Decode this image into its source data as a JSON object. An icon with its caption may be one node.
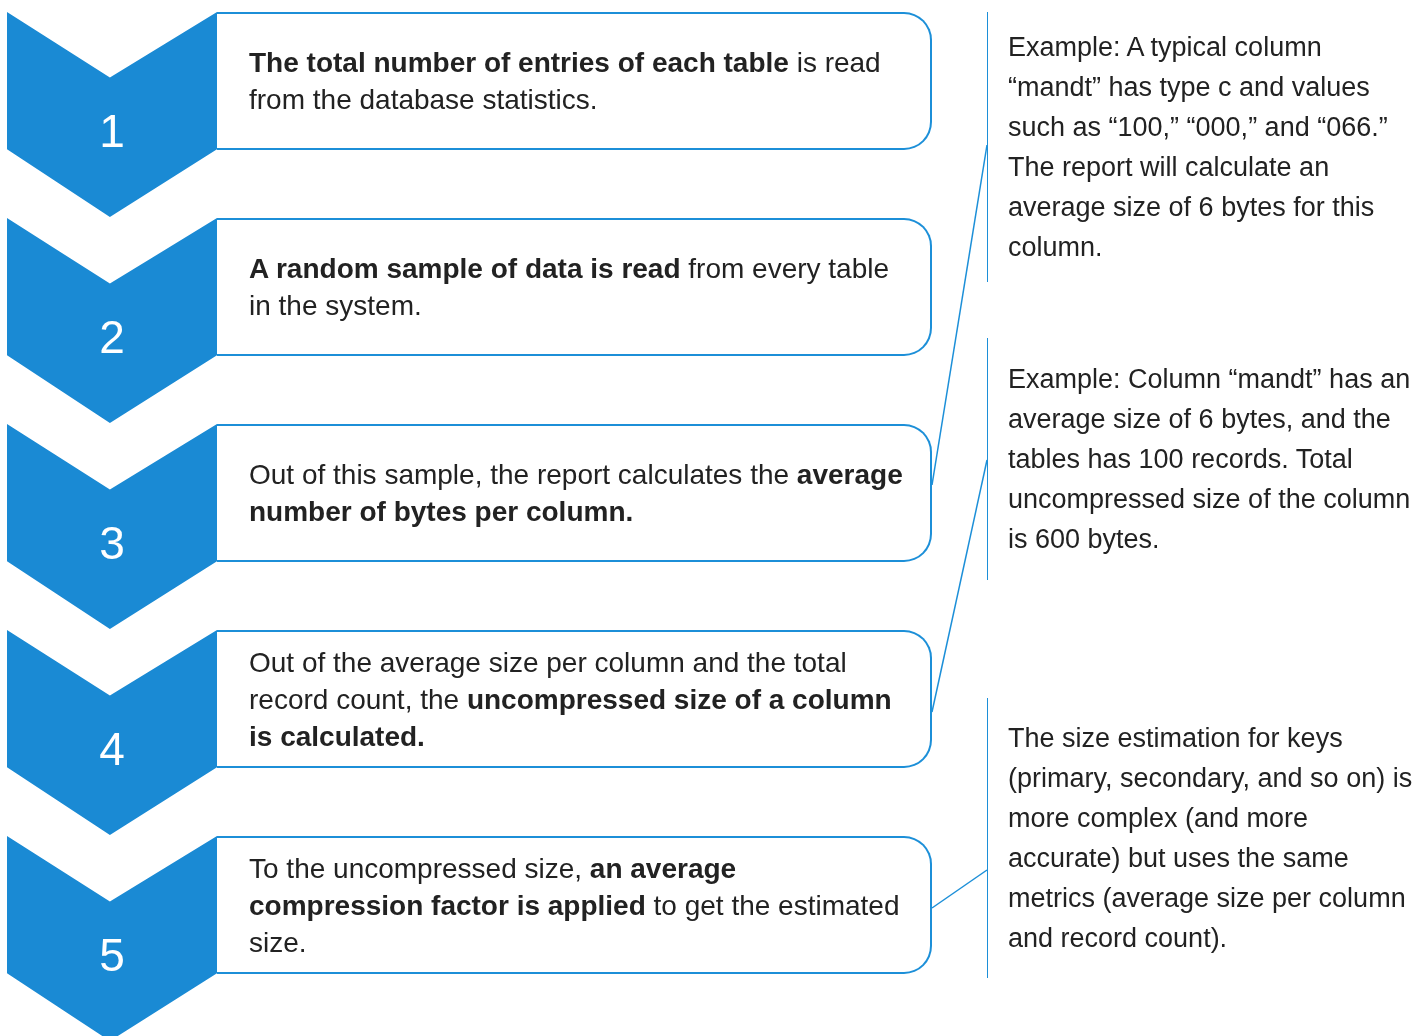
{
  "diagram": {
    "nodes": [
      {
        "text": [
          "1"
        ]
      },
      {
        "text": [
          "**The total number of entries of each table** is read from the database statistics."
        ]
      },
      {
        "text": [
          "2"
        ]
      },
      {
        "text": [
          "**A random sample of data is read** from every table in the system."
        ]
      },
      {
        "text": [
          "3"
        ]
      },
      {
        "text": [
          "Out of this sample, the report calculates the **average number of bytes per column.**"
        ]
      },
      {
        "text": [
          "4"
        ]
      },
      {
        "text": [
          "Out of the average size per column and the total record count, the **uncompressed size of a column is calculated.**"
        ]
      },
      {
        "text": [
          "5"
        ]
      },
      {
        "text": [
          "To the uncompressed size, **an average compression factor is applied** to get the estimated size."
        ]
      },
      {
        "text": [
          "Example: A typical column “mandt” has type c and values such as “100,” “000,” and “066.” The report will calculate an average size of 6 bytes for this column."
        ]
      },
      {
        "text": [
          "Example: Column “mandt” has an average size of 6 bytes, and the tables has 100 records. Total uncompressed size of the column is 600 bytes."
        ]
      },
      {
        "text": [
          "The size estimation for keys (primary, secondary, and so on) is more complex (and more accurate) but uses the same metrics (average size per column and record count)."
        ]
      }
    ],
    "edges": [
      {
        "from": 5,
        "to": 10,
        "arrow": "none"
      },
      {
        "from": 7,
        "to": 11,
        "arrow": "none"
      },
      {
        "from": 9,
        "to": 12,
        "arrow": "none"
      }
    ]
  }
}
